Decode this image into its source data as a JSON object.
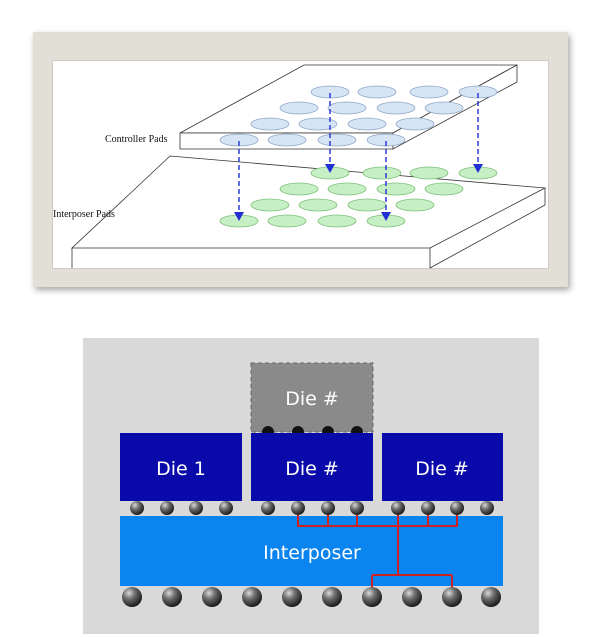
{
  "top_diagram": {
    "controller_label": "Controller Pads",
    "interposer_label": "Interposer Pads",
    "colors": {
      "controller_pad": "#d6e4f3",
      "interposer_pad": "#c7efc5",
      "arrow": "#1f2fd2"
    }
  },
  "bottom_diagram": {
    "top_die_label": "Die #",
    "die_labels": [
      "Die 1",
      "Die #",
      "Die #"
    ],
    "interposer_label": "Interposer",
    "colors": {
      "die": "#0a0aaa",
      "interposer": "#0a84ef",
      "top_die": "#8a8a8a",
      "trace": "#cc2222",
      "background": "#d9d9d9"
    }
  }
}
